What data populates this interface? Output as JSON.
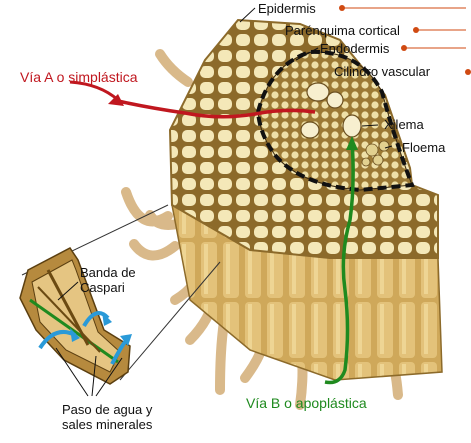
{
  "labels": {
    "epidermis": "Epidermis",
    "parenquima": "Parénquima cortical",
    "endodermis": "Endodermis",
    "cilindro": "Cilindro vascular",
    "xilema": "Xilema",
    "floema": "Floema",
    "via_a": "Vía A o simplástica",
    "via_b": "Vía B o apoplástica",
    "banda_line1": "Banda de",
    "banda_line2": "Caspari",
    "paso_line1": "Paso de agua y",
    "paso_line2": "sales minerales"
  },
  "colors": {
    "tissue_fill": "#e9d9a2",
    "tissue_cell": "#f7eecb",
    "tissue_wall": "#8c6a2a",
    "root_hair": "#d9b98a",
    "stele": "#dccb8c",
    "pathway_a": "#c0171f",
    "pathway_b": "#1f8a1f",
    "leader_dot": "#d04a12",
    "blue_arrow": "#2a9ad8"
  }
}
